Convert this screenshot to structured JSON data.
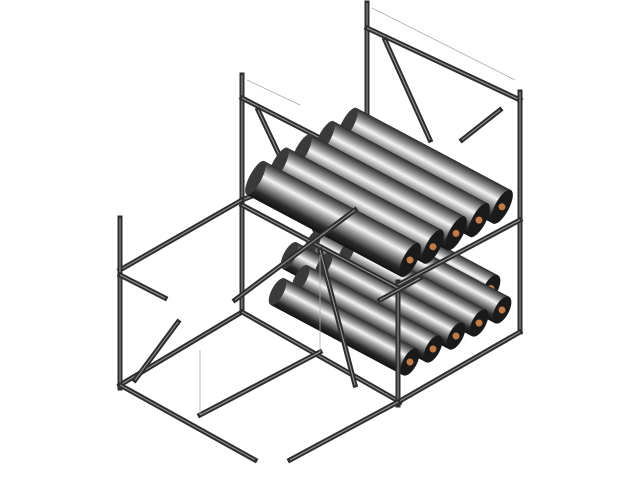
{
  "scene": {
    "subject": "storage-rack-with-rolls",
    "colors": {
      "background": "#ffffff",
      "frame": "#2e2e2e",
      "frame_highlight": "#9a9a9a",
      "roll_dark": "#1a1a1a",
      "roll_light": "#f2f2f2",
      "roll_core": "#c07a45"
    },
    "upper_shelf_rolls": 5,
    "lower_shelf_rolls_front_row": 5,
    "lower_shelf_rolls_back_row": 4
  }
}
